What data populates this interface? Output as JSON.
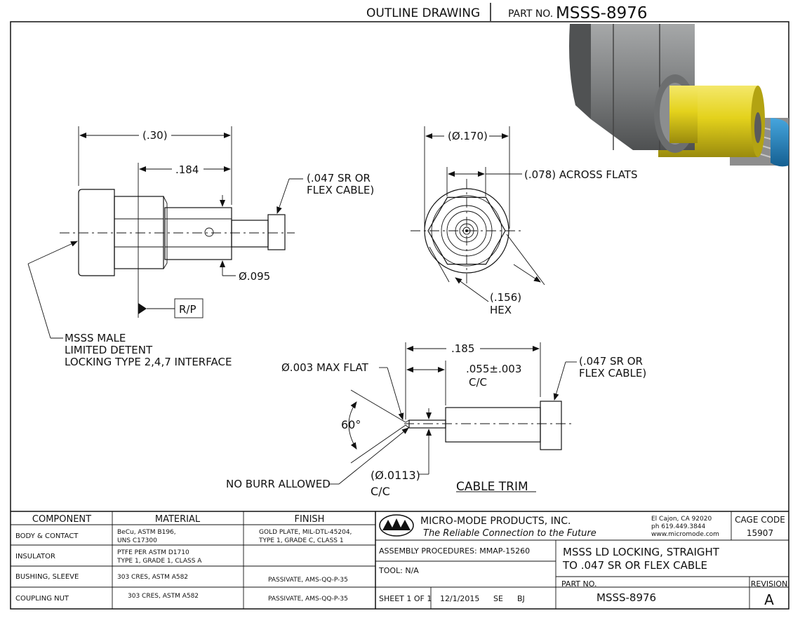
{
  "header": {
    "title": "OUTLINE DRAWING",
    "part_label": "PART NO.",
    "part_number": "MSSS-8976"
  },
  "side_view": {
    "dim_overall": "(.30)",
    "dim_nut_to_end": ".184",
    "callout_cable_1": "(.047 SR OR",
    "callout_cable_2": "FLEX CABLE)",
    "dim_diameter": "Ø.095",
    "ref_plane": "R/P",
    "note_line1": "MSSS MALE",
    "note_line2": "LIMITED DETENT",
    "note_line3": "LOCKING TYPE 2,4,7 INTERFACE"
  },
  "end_view": {
    "dim_diameter": "(Ø.170)",
    "dim_flats": "(.078) ACROSS FLATS",
    "dim_hex_value": "(.156)",
    "dim_hex_label": "HEX"
  },
  "cable_trim": {
    "dim_length": ".185",
    "dim_pin_1": ".055±.003",
    "dim_pin_2": "C/C",
    "max_flat": "Ø.003 MAX FLAT",
    "angle": "60°",
    "callout_cable_1": "(.047 SR OR",
    "callout_cable_2": "FLEX CABLE)",
    "pin_dia_1": "(Ø.0113)",
    "pin_dia_2": "C/C",
    "no_burr": "NO BURR ALLOWED",
    "title": "CABLE TRIM"
  },
  "materials_table": {
    "headers": [
      "COMPONENT",
      "MATERIAL",
      "FINISH"
    ],
    "rows": [
      {
        "component": "BODY & CONTACT",
        "material_1": "BeCu, ASTM B196,",
        "material_2": "UNS C17300",
        "finish_1": "GOLD PLATE, MIL-DTL-45204,",
        "finish_2": "TYPE 1, GRADE C, CLASS 1"
      },
      {
        "component": "INSULATOR",
        "material_1": "PTFE PER ASTM D1710",
        "material_2": "TYPE 1, GRADE 1, CLASS A",
        "finish_1": "",
        "finish_2": ""
      },
      {
        "component": "BUSHING, SLEEVE",
        "material_1": "303 CRES, ASTM A582",
        "material_2": "",
        "finish_1": "PASSIVATE, AMS-QQ-P-35",
        "finish_2": ""
      },
      {
        "component": "COUPLING NUT",
        "material_1": "303 CRES, ASTM A582",
        "material_2": "",
        "finish_1": "PASSIVATE, AMS-QQ-P-35",
        "finish_2": ""
      }
    ]
  },
  "title_block": {
    "company": "MICRO-MODE PRODUCTS, INC.",
    "tagline": "The Reliable Connection to the Future",
    "address_1": "El Cajon, CA 92020",
    "address_2": "ph 619.449.3844",
    "address_3": "www.micromode.com",
    "cage_label": "CAGE CODE",
    "cage_value": "15907",
    "assembly": "ASSEMBLY PROCEDURES:  MMAP-15260",
    "tool": "TOOL:  N/A",
    "description_1": "MSSS LD LOCKING, STRAIGHT",
    "description_2": "TO .047 SR OR FLEX CABLE",
    "sheet": "SHEET 1 OF 1",
    "date": "12/1/2015",
    "drawn": "SE",
    "checked": "BJ",
    "part_label": "PART NO.",
    "part_number": "MSSS-8976",
    "revision_label": "REVISION",
    "revision_value": "A"
  },
  "colors": {
    "nut_gray": "#7d7f80",
    "sleeve_yellow": "#e4d21c",
    "cable_blue": "#1f7fbf",
    "braid_gray": "#9a9a9a"
  }
}
